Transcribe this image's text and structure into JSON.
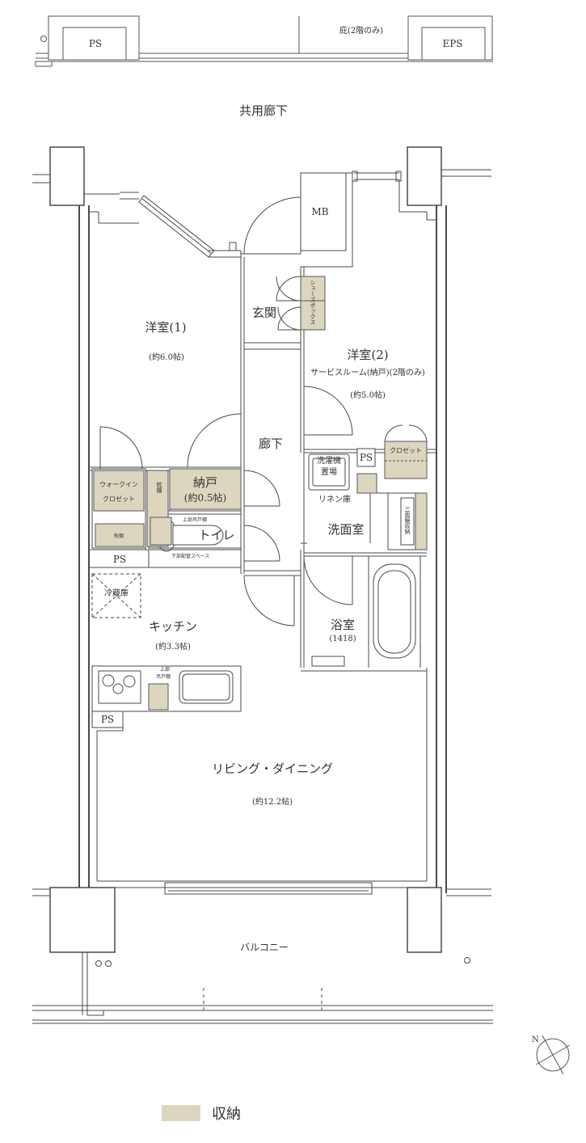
{
  "top_area": {
    "ps_label": "PS",
    "eps_label": "EPS",
    "eaves_label": "庇(2階のみ)",
    "corridor_label": "共用廊下"
  },
  "rooms": {
    "western1": {
      "name": "洋室(1)",
      "size": "(約6.0帖)"
    },
    "entrance": {
      "name": "玄関"
    },
    "mb": {
      "name": "MB"
    },
    "shoebox": {
      "name": "シューズボックス"
    },
    "western2": {
      "name": "洋室(2)",
      "sub": "サービスルーム(納戸)(2階のみ)",
      "size": "(約5.0帖)"
    },
    "hallway": {
      "name": "廊下"
    },
    "walkin": {
      "line1": "ウォークイン",
      "line2": "クロゼット"
    },
    "pillow_shelf": {
      "name": "枕棚"
    },
    "pillow_shelf_v": {
      "name": "枕棚"
    },
    "storage": {
      "name": "納戸",
      "size": "(約0.5帖)"
    },
    "toilet": {
      "name": "トイレ",
      "upper_cabinet": "上部吊戸棚",
      "lower_pipe": "下部配管スペース"
    },
    "ps_left": {
      "name": "PS"
    },
    "washer": {
      "line1": "洗濯機",
      "line2": "置場"
    },
    "ps_wash": {
      "name": "PS"
    },
    "closet": {
      "name": "クロゼット"
    },
    "linen": {
      "name": "リネン庫"
    },
    "washroom": {
      "name": "洗面室"
    },
    "mirror": {
      "name": "三面鏡収納"
    },
    "fridge": {
      "name": "冷蔵庫"
    },
    "kitchen": {
      "name": "キッチン",
      "size": "(約3.3帖)"
    },
    "kitchen_cabinet": {
      "line1": "上部",
      "line2": "吊戸棚"
    },
    "bath": {
      "name": "浴室",
      "size": "(1418)"
    },
    "ps_kitchen": {
      "name": "PS"
    },
    "living": {
      "name": "リビング・ダイニング",
      "size": "(約12.2帖)"
    },
    "balcony": {
      "name": "バルコニー"
    }
  },
  "compass": {
    "label": "N"
  },
  "legend": {
    "label": "収納",
    "color": "#ddd6bf"
  },
  "colors": {
    "wall": "#4a4a4a",
    "storage": "#ddd6bf",
    "line": "#555555"
  }
}
